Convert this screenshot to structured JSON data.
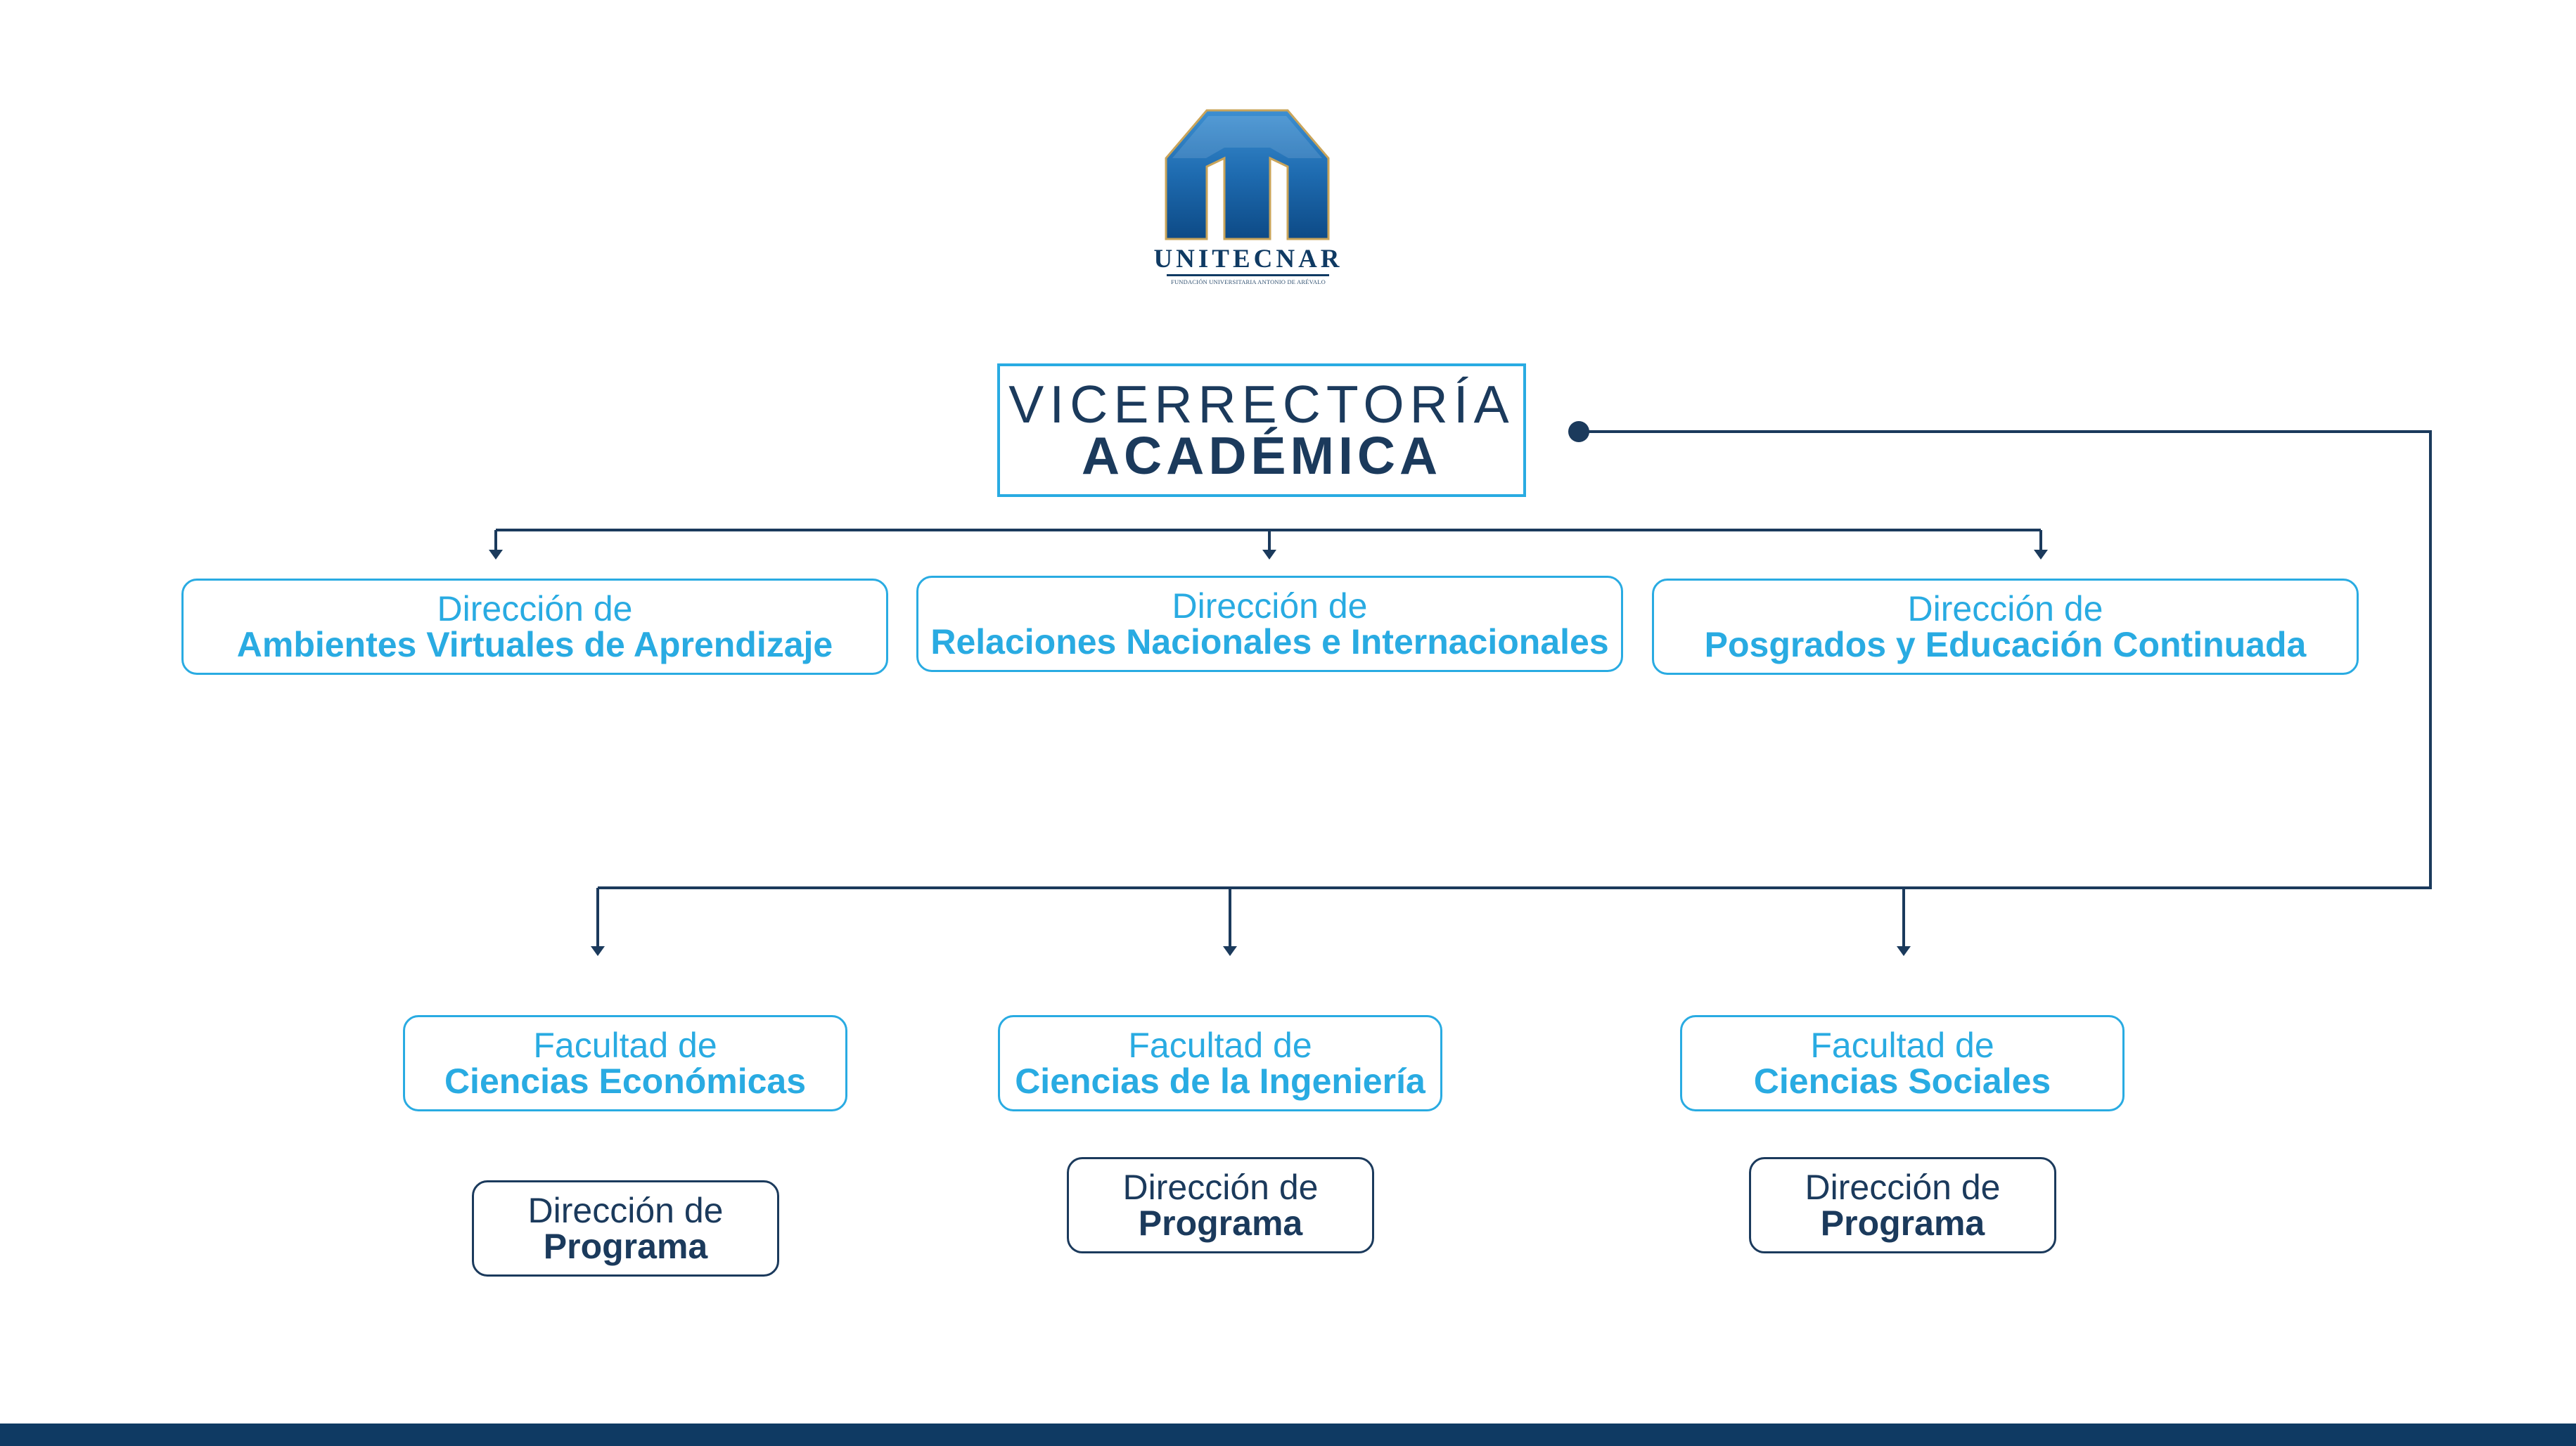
{
  "logo": {
    "name": "UNITECNAR",
    "subtitle": "FUNDACIÓN UNIVERSITARIA ANTONIO DE ARÉVALO"
  },
  "root": {
    "line1": "VICERRECTORÍA",
    "line2": "ACADÉMICA"
  },
  "directions": [
    {
      "line1": "Dirección de",
      "line2": "Ambientes Virtuales de Aprendizaje"
    },
    {
      "line1": "Dirección de",
      "line2": "Relaciones Nacionales e Internacionales"
    },
    {
      "line1": "Dirección de",
      "line2": "Posgrados y Educación Continuada"
    }
  ],
  "faculties": [
    {
      "line1": "Facultad de",
      "line2": "Ciencias Económicas"
    },
    {
      "line1": "Facultad de",
      "line2": "Ciencias de la Ingeniería"
    },
    {
      "line1": "Facultad de",
      "line2": "Ciencias Sociales"
    }
  ],
  "programs": [
    {
      "line1": "Dirección de",
      "line2": "Programa"
    },
    {
      "line1": "Dirección de",
      "line2": "Programa"
    },
    {
      "line1": "Dirección de",
      "line2": "Programa"
    }
  ],
  "colors": {
    "navy": "#1b3a5c",
    "accent": "#29abe2",
    "bar": "#0f3a63"
  }
}
